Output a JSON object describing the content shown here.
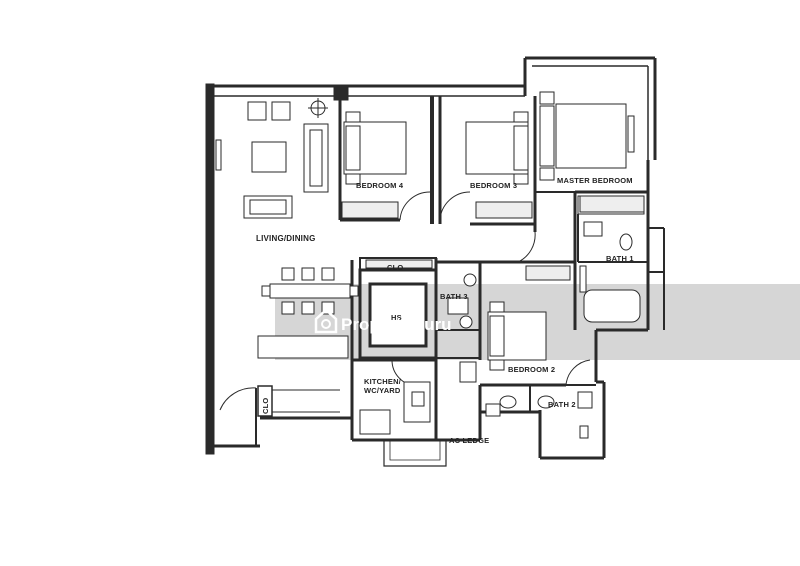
{
  "rooms": {
    "bedroom4": "BEDROOM 4",
    "bedroom3": "BEDROOM 3",
    "master_bedroom": "MASTER BEDROOM",
    "bath1": "BATH 1",
    "living_dining": "LIVING/DINING",
    "clo_top": "CLO",
    "bath3": "BATH 3",
    "hs": "HS",
    "bedroom2": "BEDROOM 2",
    "kitchen": "KITCHEN/",
    "kitchen_2": "WC/YARD",
    "bath2": "BATH 2",
    "ac_ledge": "AC LEDGE",
    "clo_entry": "CLO"
  },
  "watermark": {
    "brand": "PropertyGuru"
  }
}
